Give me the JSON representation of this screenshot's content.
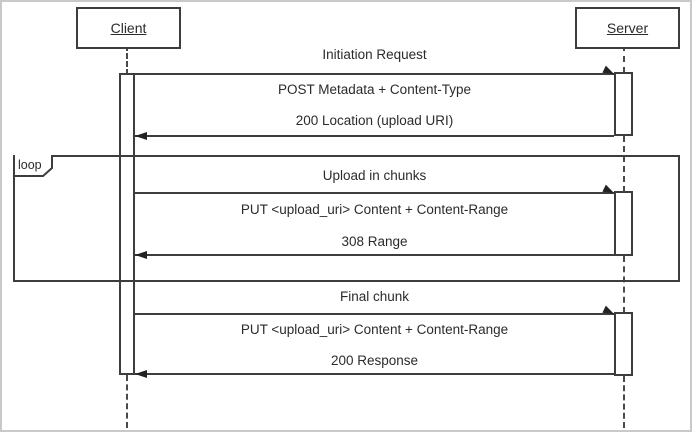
{
  "diagram": {
    "type": "sequence",
    "actors": {
      "client": "Client",
      "server": "Server"
    },
    "loop_label": "loop",
    "flows": [
      {
        "label": "Initiation Request",
        "request": "POST Metadata + Content-Type",
        "response": "200 Location (upload URI)"
      },
      {
        "label": "Upload in chunks",
        "request": "PUT <upload_uri> Content + Content-Range",
        "response": "308 Range",
        "fragment": "loop"
      },
      {
        "label": "Final chunk",
        "request": "PUT <upload_uri> Content + Content-Range",
        "response": "200 Response"
      }
    ],
    "colors": {
      "line": "#3d3d3d",
      "text": "#2b2b2b",
      "background": "#ffffff",
      "canvas_border": "#c9c9c9"
    }
  }
}
